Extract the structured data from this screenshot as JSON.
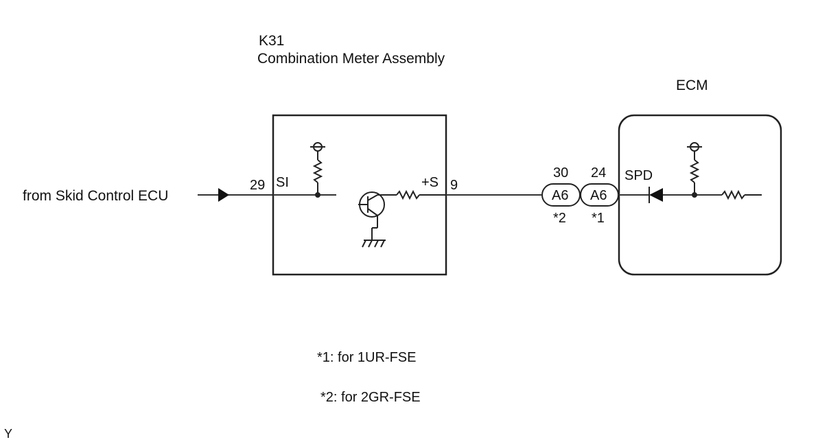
{
  "meter": {
    "code": "K31",
    "name": "Combination Meter Assembly",
    "pin_in_number": "29",
    "pin_in_name": "SI",
    "pin_out_name": "+S",
    "pin_out_number": "9"
  },
  "ecm": {
    "name": "ECM",
    "pin_name": "SPD"
  },
  "input": {
    "label": "from Skid Control ECU"
  },
  "connectors": [
    {
      "pin": "30",
      "code": "A6",
      "note": "*2"
    },
    {
      "pin": "24",
      "code": "A6",
      "note": "*1"
    }
  ],
  "footnotes": [
    "*1: for 1UR-FSE",
    "*2: for 2GR-FSE"
  ],
  "corner_mark": "Y"
}
